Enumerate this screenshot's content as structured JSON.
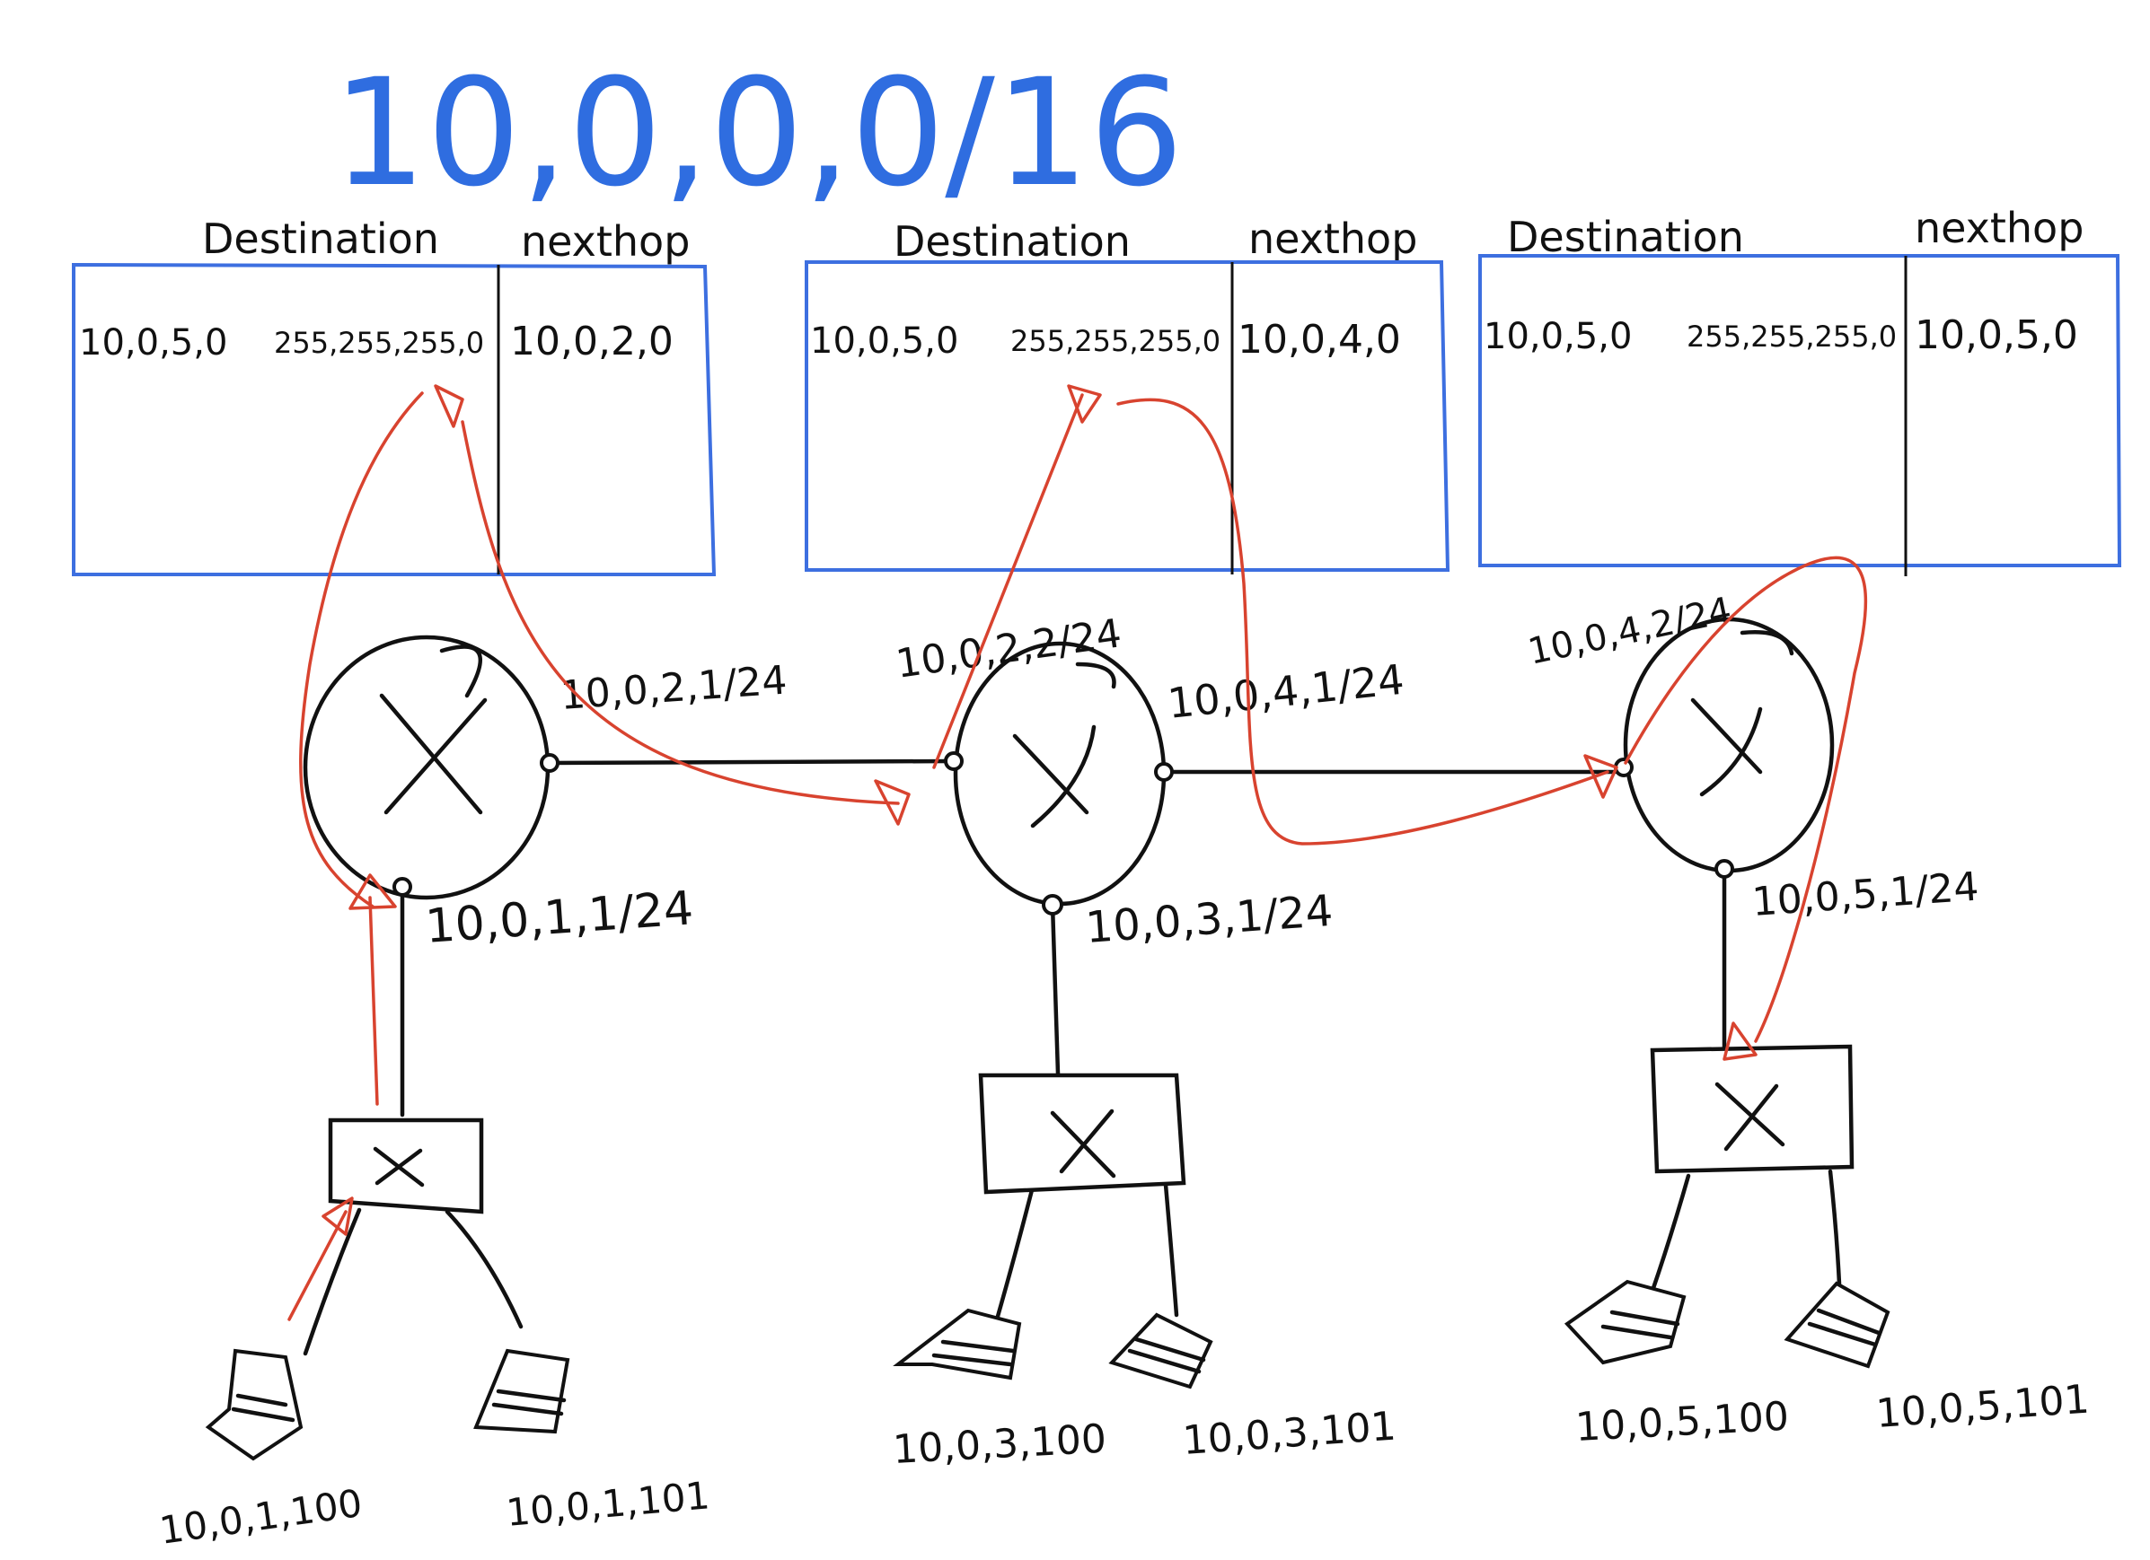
{
  "title": "10,0,0,0/16",
  "colors": {
    "title": "#2f6de0",
    "table_border": "#3d6fe0",
    "path": "#d8432f",
    "ink": "#111111"
  },
  "tables": [
    {
      "dest_header": "Destination",
      "next_header": "nexthop",
      "dest_network": "10,0,5,0",
      "dest_mask": "255,255,255,0",
      "next_hop": "10,0,2,0"
    },
    {
      "dest_header": "Destination",
      "next_header": "nexthop",
      "dest_network": "10,0,5,0",
      "dest_mask": "255,255,255,0",
      "next_hop": "10,0,4,0"
    },
    {
      "dest_header": "Destination",
      "next_header": "nexthop",
      "dest_network": "10,0,5,0",
      "dest_mask": "255,255,255,0",
      "next_hop": "10,0,5,0"
    }
  ],
  "interfaces": {
    "r1_east": "10,0,2,1/24",
    "r1_south": "10,0,1,1/24",
    "r2_west": "10,0,2,2/24",
    "r2_east": "10,0,4,1/24",
    "r2_south": "10,0,3,1/24",
    "r3_west": "10,0,4,2/24",
    "r3_south": "10,0,5,1/24"
  },
  "hosts": {
    "h1a": "10,0,1,100",
    "h1b": "10,0,1,101",
    "h2a": "10,0,3,100",
    "h2b": "10,0,3,101",
    "h3a": "10,0,5,100",
    "h3b": "10,0,5,101"
  },
  "icons": [
    "router-icon",
    "switch-icon",
    "host-icon",
    "arrow-icon"
  ]
}
